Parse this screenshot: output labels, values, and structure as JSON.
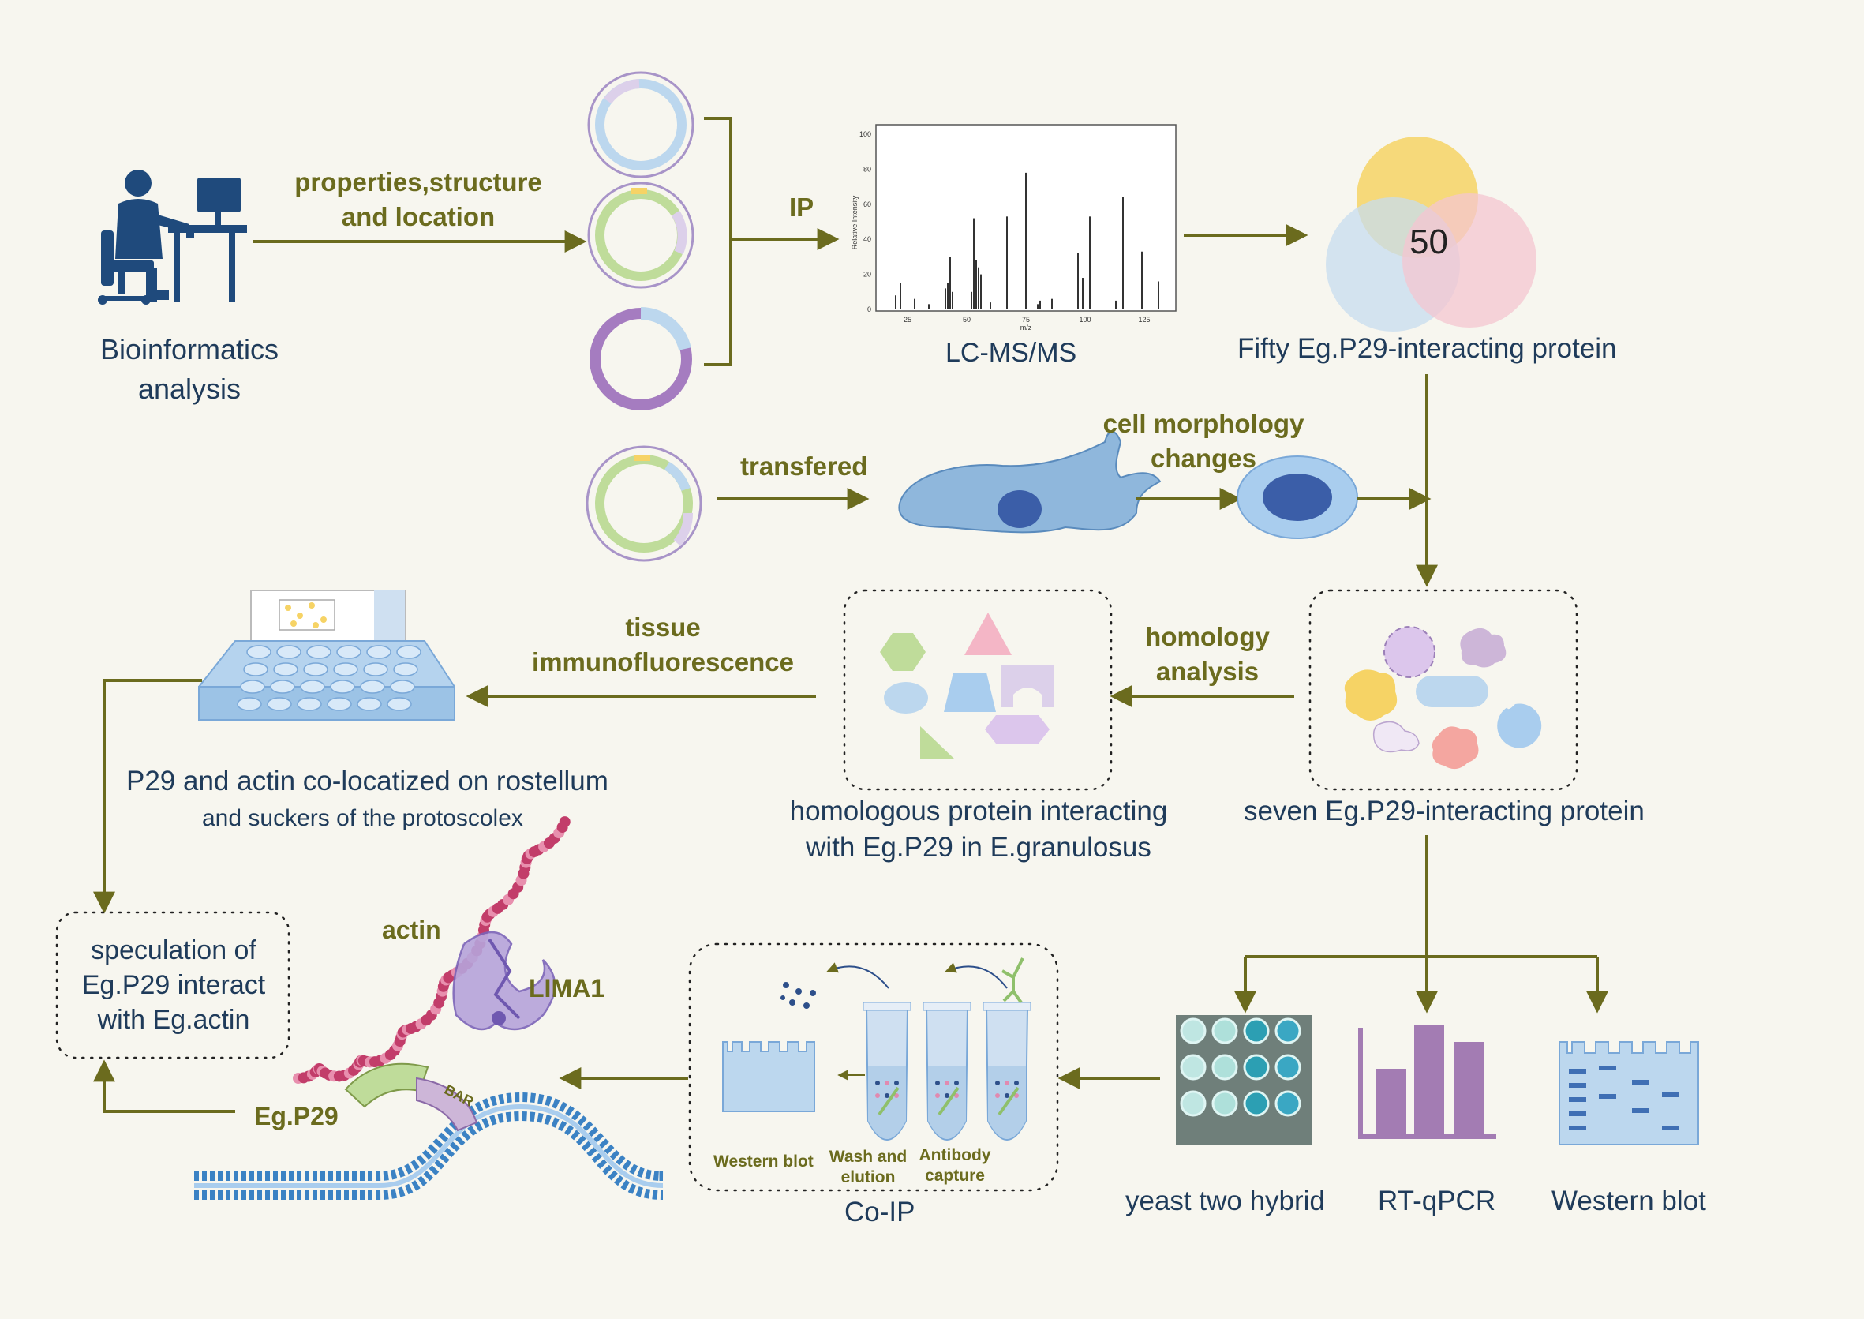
{
  "labels": {
    "bioinformatics_line1": "Bioinformatics",
    "bioinformatics_line2": "analysis",
    "properties_line1": "properties,structure",
    "properties_line2": "and location",
    "ip": "IP",
    "lcms": "LC-MS/MS",
    "venn_count": "50",
    "fifty": "Fifty Eg.P29-interacting protein",
    "transfered": "transfered",
    "cell_morph_line1": "cell morphology",
    "cell_morph_line2": "changes",
    "tissue_line1": "tissue",
    "tissue_line2": "immunofluorescence",
    "homology_line1": "homology",
    "homology_line2": "analysis",
    "p29_actin_line1": "P29 and actin co-locatized on rostellum",
    "p29_actin_line2": "and suckers of the protoscolex",
    "homologous_line1": "homologous protein  interacting",
    "homologous_line2": "with Eg.P29 in E.granulosus",
    "seven": "seven Eg.P29-interacting protein",
    "speculation_line1": "speculation of",
    "speculation_line2": "Eg.P29 interact",
    "speculation_line3": "with Eg.actin",
    "actin": "actin",
    "lima1": "LIMA1",
    "egp29": "Eg.P29",
    "bar": "BAR",
    "western_blot_small": "Western blot",
    "wash_line1": "Wash and",
    "wash_line2": "elution",
    "antibody_line1": "Antibody",
    "antibody_line2": "capture",
    "coip": "Co-IP",
    "yeast": "yeast two hybrid",
    "rtqpcr": "RT-qPCR",
    "western_blot": "Western blot"
  },
  "spectrum": {
    "ylabel": "Relative Intensity",
    "xlabel": "m/z",
    "yticks": [
      "100",
      "80",
      "60",
      "40",
      "20",
      "0"
    ],
    "xticks": [
      "25",
      "50",
      "75",
      "100",
      "125"
    ]
  },
  "colors": {
    "navy": "#1f3b5a",
    "olive": "#6b6b1e",
    "arrow": "#6b6b1e",
    "venn_yellow": "#f6d365",
    "venn_blue": "#c7dcef",
    "venn_pink": "#f4c6d0"
  }
}
